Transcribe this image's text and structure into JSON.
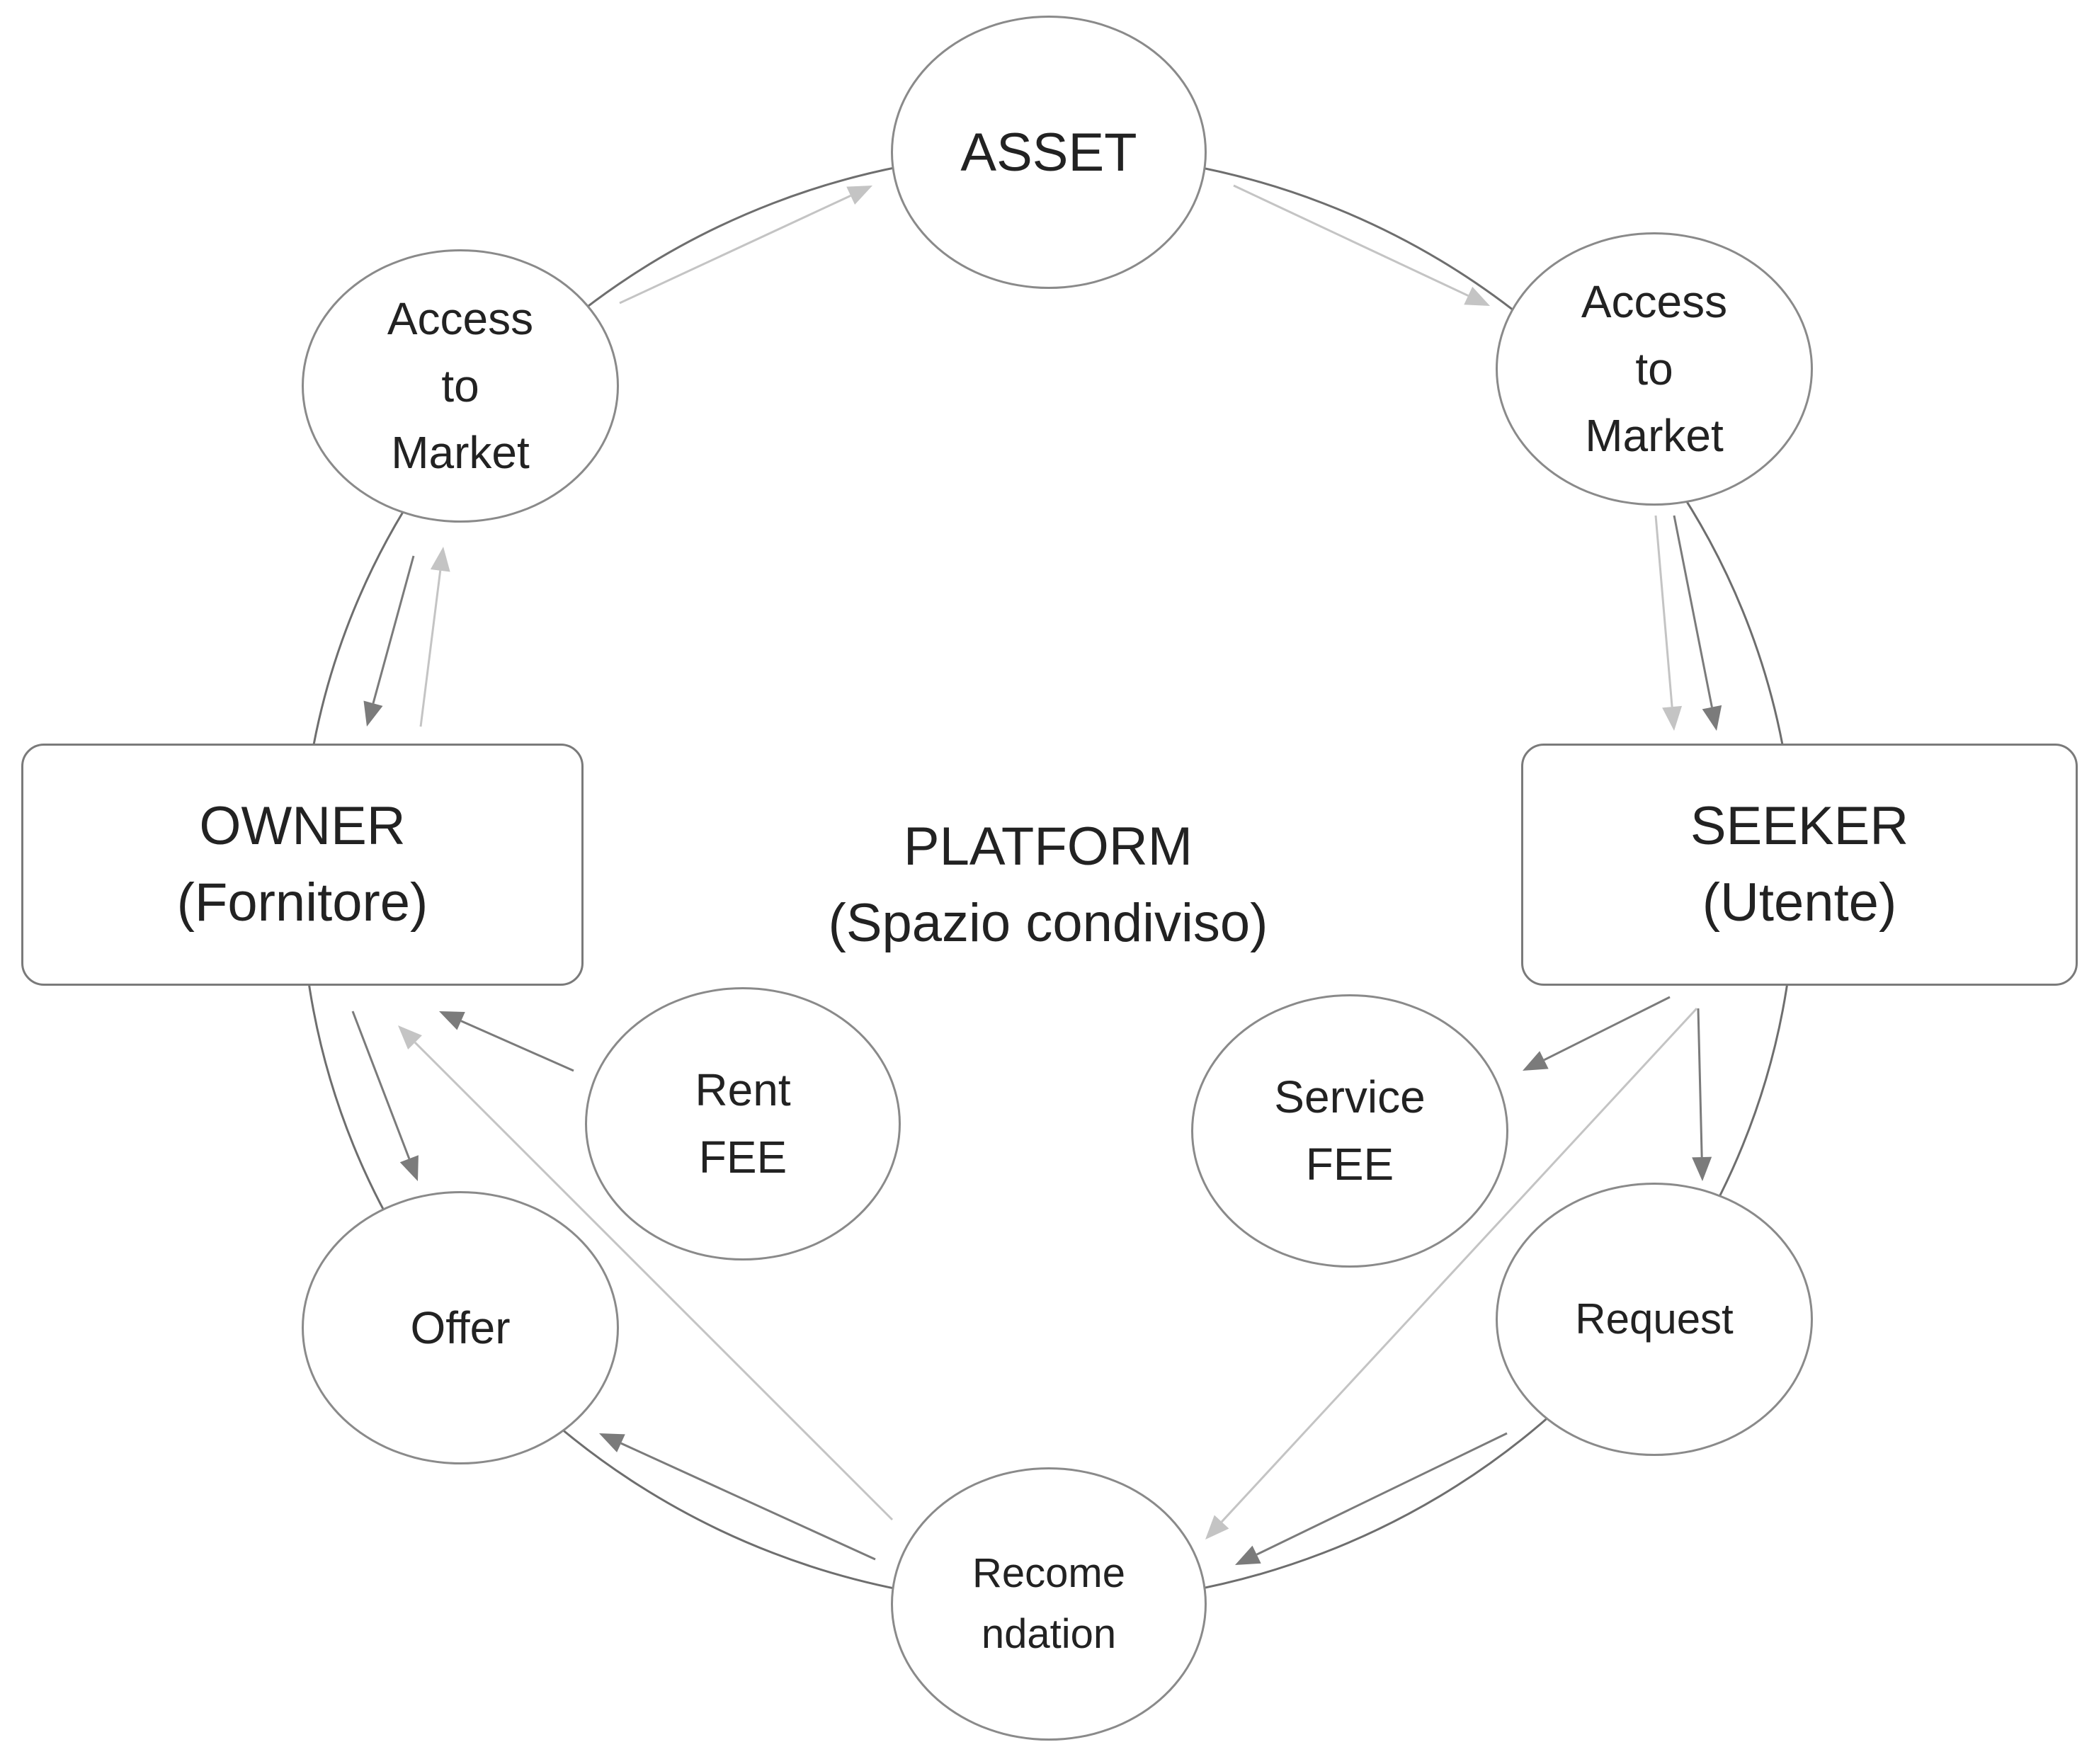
{
  "colors": {
    "ring": "#6e6e6e",
    "arrow_dark": "#7b7b7b",
    "arrow_light": "#c4c4c4",
    "node_border": "#8a8a8a",
    "text": "#222222"
  },
  "nodes": {
    "asset": {
      "lines": [
        "ASSET"
      ]
    },
    "access_owner": {
      "lines": [
        "Access",
        "to",
        "Market"
      ]
    },
    "access_seeker": {
      "lines": [
        "Access",
        "to",
        "Market"
      ]
    },
    "owner": {
      "lines": [
        "OWNER",
        "(Fornitore)"
      ]
    },
    "seeker": {
      "lines": [
        "SEEKER",
        "(Utente)"
      ]
    },
    "platform": {
      "lines": [
        "PLATFORM",
        "(Spazio condiviso)"
      ]
    },
    "rent_fee": {
      "lines": [
        "Rent",
        "FEE"
      ]
    },
    "service_fee": {
      "lines": [
        "Service",
        "FEE"
      ]
    },
    "offer": {
      "lines": [
        "Offer"
      ]
    },
    "request": {
      "lines": [
        "Request"
      ]
    },
    "recommendation": {
      "lines": [
        "Recome",
        "ndation"
      ]
    }
  }
}
